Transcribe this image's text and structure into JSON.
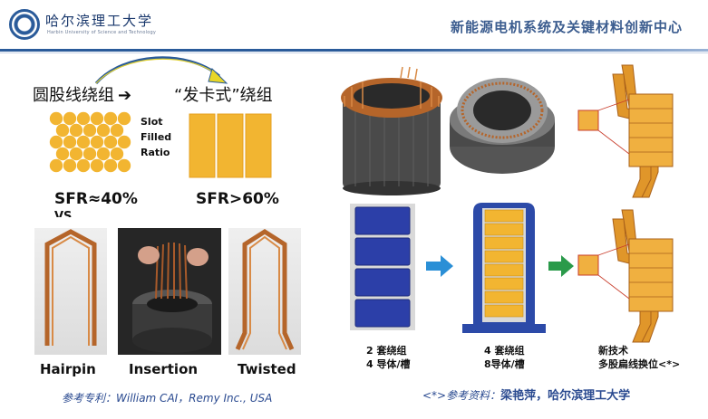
{
  "header": {
    "university": "哈尔滨理工大学",
    "university_en": "Harbin University of Science and Technology",
    "center": "新能源电机系统及关键材料创新中心"
  },
  "left": {
    "title_round": "圆股线绕组",
    "arrow": "➔",
    "title_hairpin": "“发卡式”绕组",
    "slot_label_1": "Slot",
    "slot_label_2": "Filled",
    "slot_label_3": "Ratio",
    "sfr_round": "SFR≈40%",
    "vs": "VS",
    "sfr_hairpin": "SFR>60%",
    "photo_labels": [
      "Hairpin",
      "Insertion",
      "Twisted"
    ],
    "reference": "参考专利：William CAI，Remy Inc., USA"
  },
  "right": {
    "caption_1": [
      "2 套绕组",
      "4 导体/槽"
    ],
    "caption_2": [
      "4 套绕组",
      "8导体/槽"
    ],
    "caption_3": [
      "新技术",
      "多股扁线换位<*>"
    ],
    "reference_prefix": "<*>参考资料：",
    "reference_bold": "梁艳萍，哈尔滨理工大学"
  },
  "colors": {
    "brand_blue": "#2a5b9a",
    "conductor_gold": "#f2b531",
    "slot_blue": "#2c3fa8",
    "arrow_blue": "#2a8fd6",
    "arrow_green": "#2a9a4a"
  }
}
